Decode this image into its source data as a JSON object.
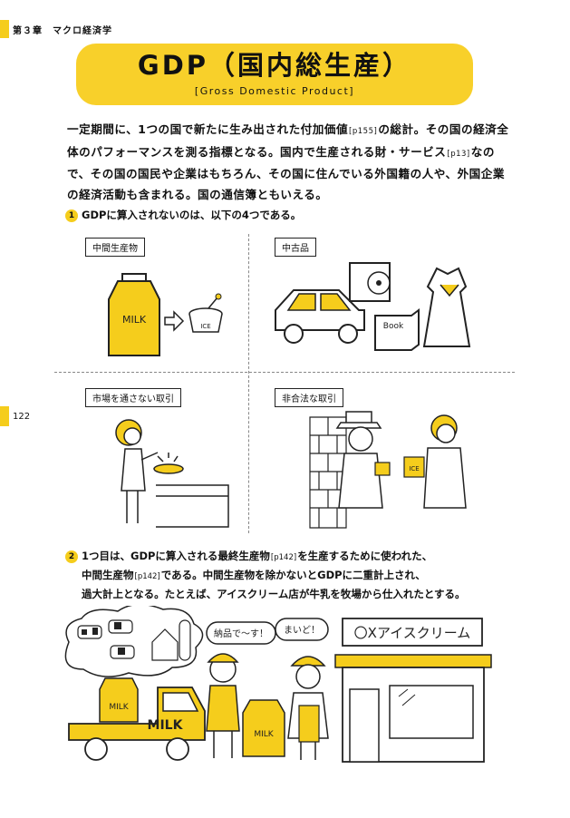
{
  "chapter": "第３章　マクロ経済学",
  "page_number": "122",
  "title": "GDP（国内総生産）",
  "subtitle": "[Gross Domestic Product]",
  "intro": {
    "p1": "一定期間に、1つの国で新たに生み出された付加価値",
    "r1": "[p155]",
    "p2": "の総計。その国の経済全体のパフォーマンスを測る指標となる。国内で生産される財・サービス",
    "r2": "[p13]",
    "p3": "なので、その国の国民や企業はもちろん、その国に住んでいる外国籍の人や、外国企業の経済活動も含まれる。国の通信簿ともいえる。"
  },
  "point1": {
    "num": "1",
    "text": "GDPに算入されないのは、以下の4つである。"
  },
  "panels": {
    "intermediate": "中間生産物",
    "used": "中古品",
    "nonmarket": "市場を通さない取引",
    "illegal": "非合法な取引"
  },
  "point2": {
    "num": "2",
    "l1a": "1つ目は、GDPに算入される最終生産物",
    "r1": "[p142]",
    "l1b": "を生産するために使われた、",
    "l2a": "中間生産物",
    "r2": "[p142]",
    "l2b": "である。中間生産物を除かないとGDPに二重計上され、",
    "l3": "過大計上となる。たとえば、アイスクリーム店が牛乳を牧場から仕入れたとする。"
  },
  "illustration": {
    "milk": "MILK",
    "ice": "ICE",
    "book": "Book",
    "shop_sign": "〇Xアイスクリーム",
    "speech_delivery": "納品で〜す！",
    "speech_thanks": "まいど！"
  },
  "colors": {
    "accent": "#f5cd1c"
  }
}
